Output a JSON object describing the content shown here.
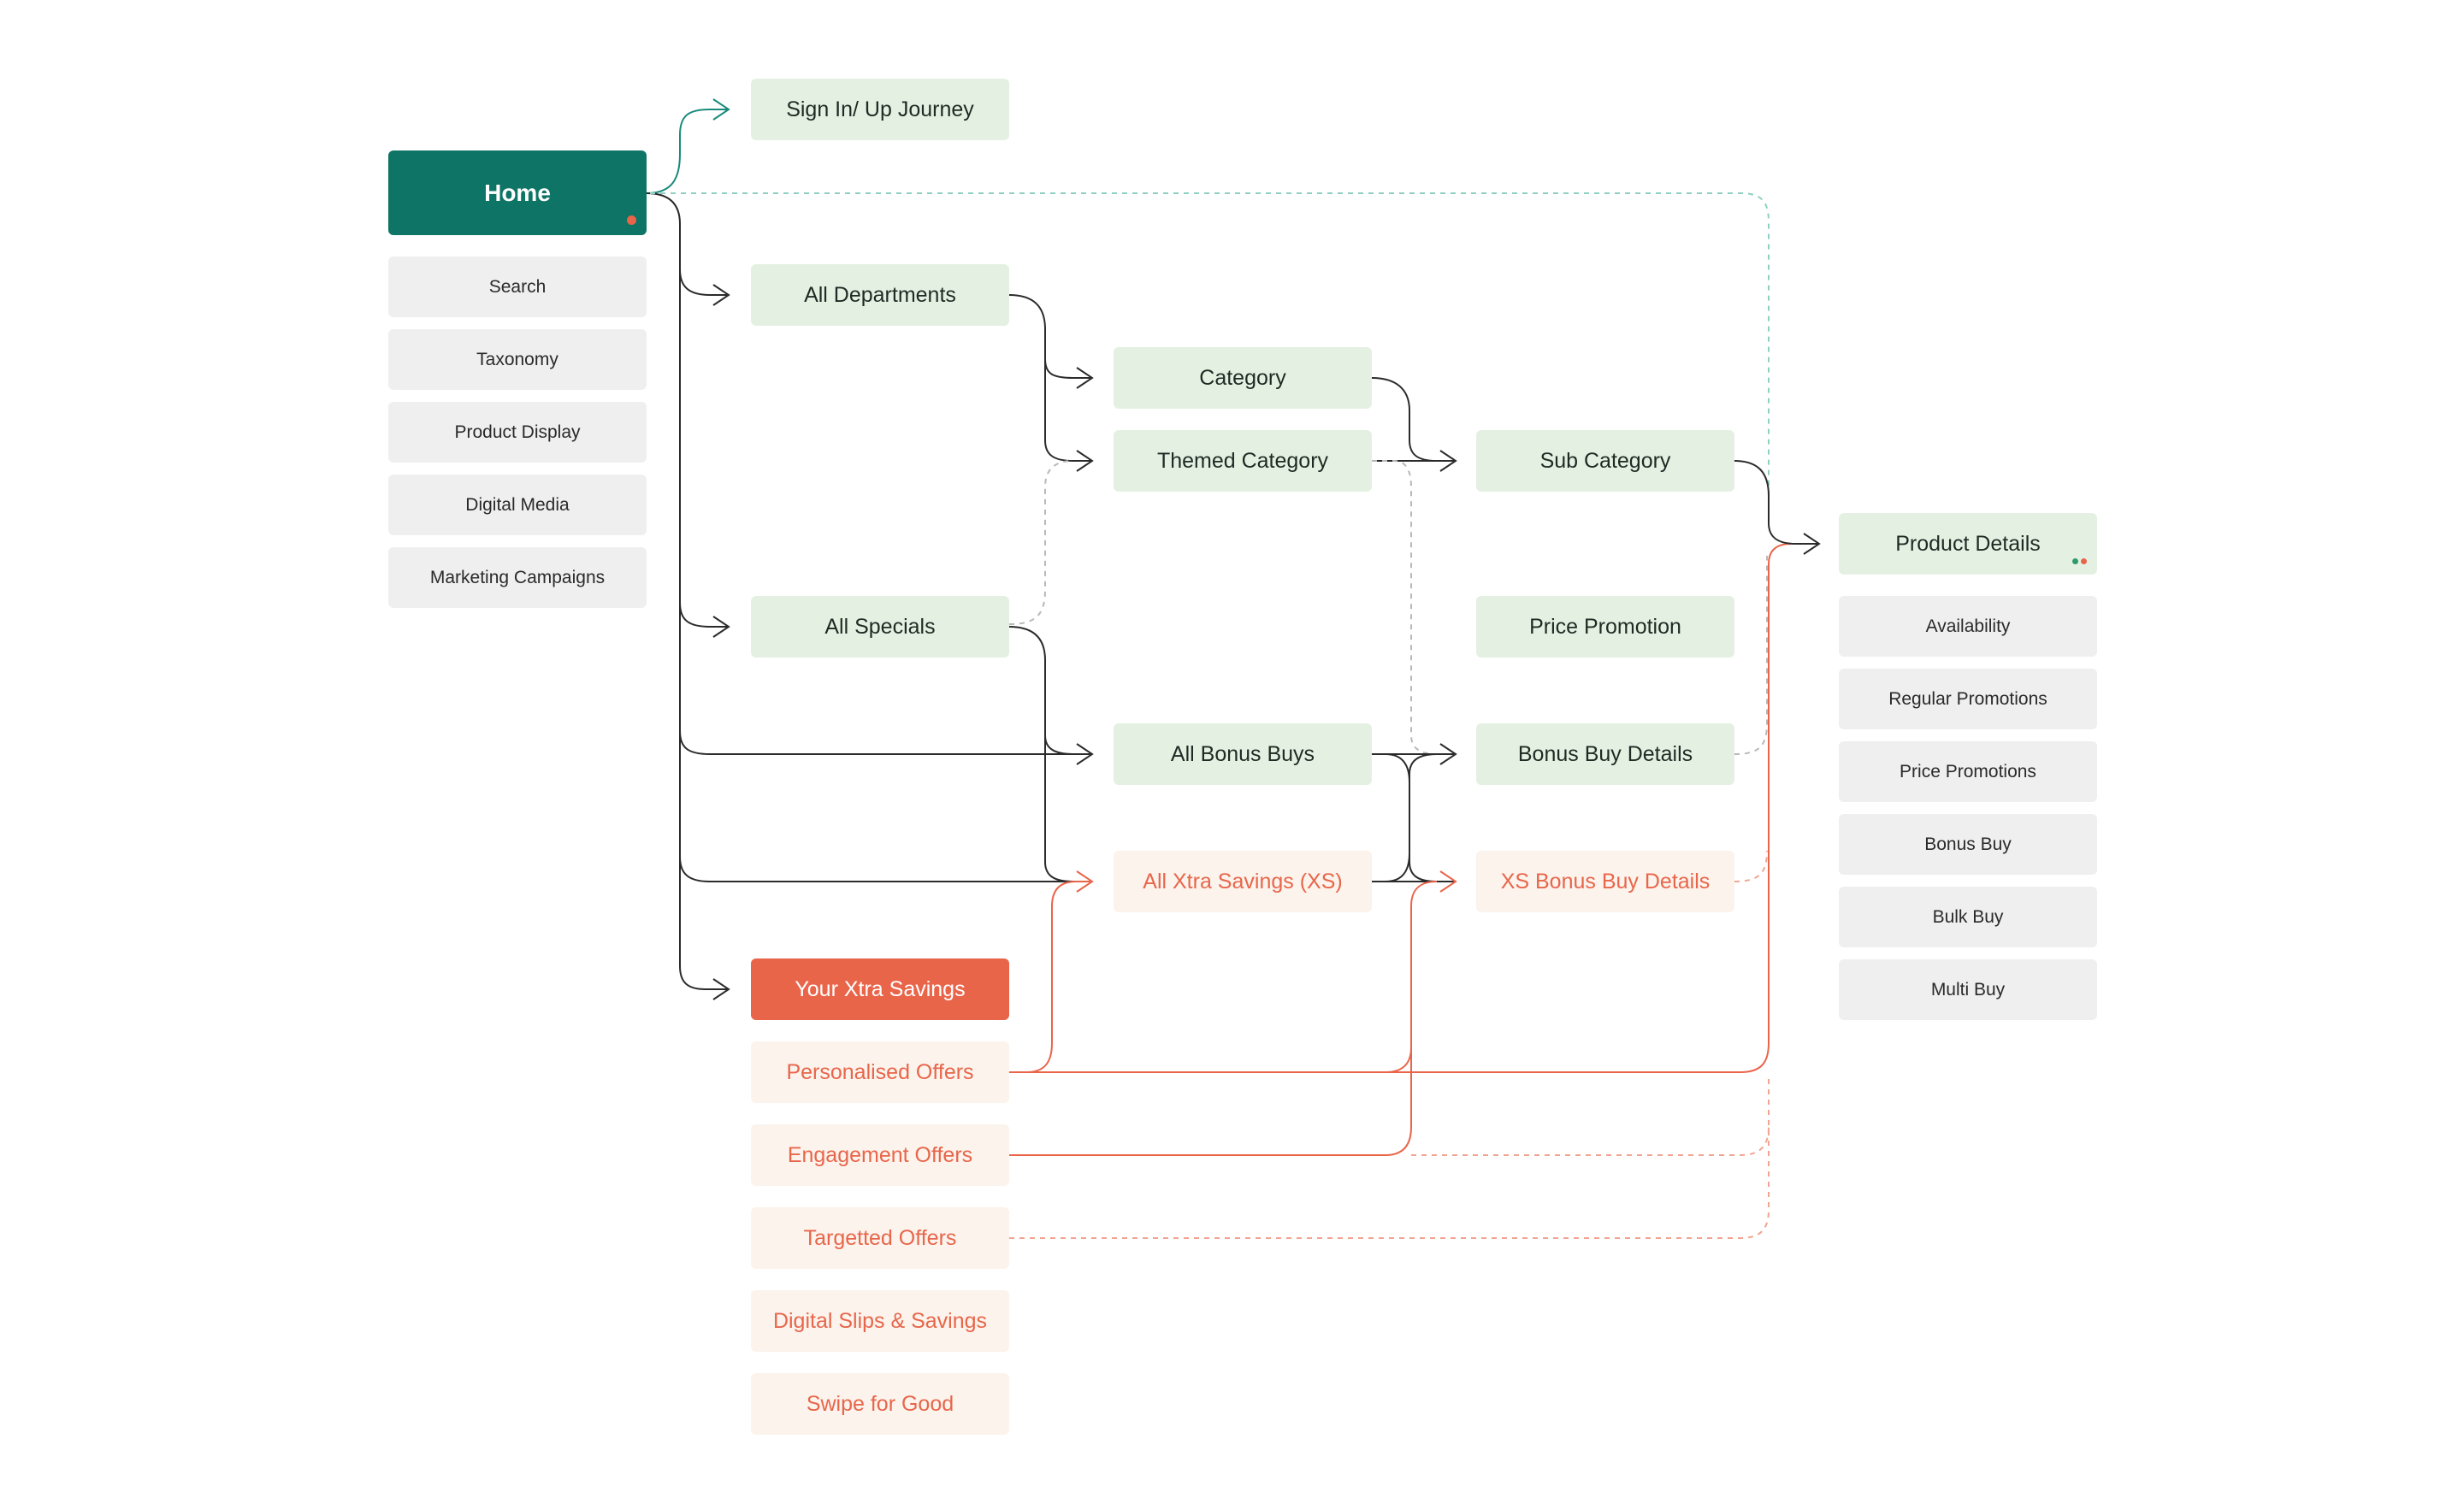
{
  "colors": {
    "home": "#0e7466",
    "accent_orange": "#e9654a",
    "green_node": "#e4f1e2",
    "grey_node": "#efefef",
    "peach_node": "#fbf3ec",
    "dark_link": "#2b2b2b",
    "teal_link": "#1a8a7c",
    "dashed_teal": "#8fcfc2",
    "dashed_grey": "#b8b8b8",
    "dashed_orange": "#f0a592"
  },
  "home": {
    "label": "Home",
    "sub_items": [
      "Search",
      "Taxonomy",
      "Product Display",
      "Digital Media",
      "Marketing Campaigns"
    ]
  },
  "level1": {
    "sign_in": "Sign In/ Up Journey",
    "all_departments": "All Departments",
    "all_specials": "All Specials",
    "your_xtra_savings": "Your Xtra Savings",
    "xs_items": [
      "Personalised Offers",
      "Engagement Offers",
      "Targetted Offers",
      "Digital Slips & Savings",
      "Swipe for Good"
    ]
  },
  "level2": {
    "category": "Category",
    "themed_category": "Themed Category",
    "all_bonus_buys": "All Bonus Buys",
    "all_xtra_savings": "All Xtra Savings (XS)"
  },
  "level3": {
    "sub_category": "Sub Category",
    "price_promotion": "Price Promotion",
    "bonus_buy_details": "Bonus Buy Details",
    "xs_bonus_buy_details": "XS Bonus Buy Details"
  },
  "product": {
    "label": "Product Details",
    "sub_items": [
      "Availability",
      "Regular Promotions",
      "Price Promotions",
      "Bonus Buy",
      "Bulk Buy",
      "Multi Buy"
    ]
  }
}
